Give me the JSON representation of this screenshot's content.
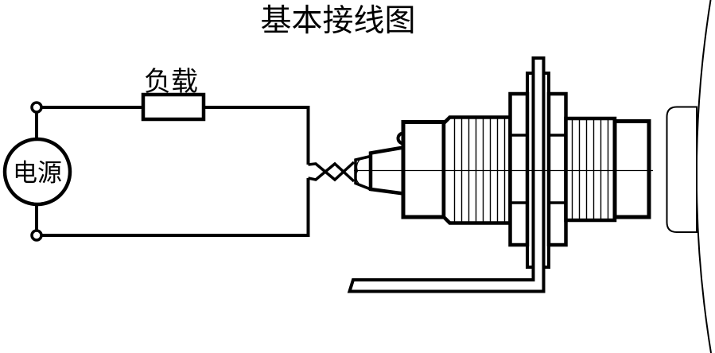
{
  "diagram": {
    "title": "基本接线图",
    "labels": {
      "power_source": "电源",
      "load": "负载"
    },
    "components": {
      "power_source": "power-source",
      "load": "load-resistor",
      "cable": "twisted-pair-cable",
      "sensor": "proximity-sensor",
      "bracket": "mounting-bracket-l-shape",
      "nuts": "lock-nuts",
      "target": "target-object-disc"
    },
    "colors": {
      "line": "#000000",
      "background": "#ffffff"
    }
  }
}
